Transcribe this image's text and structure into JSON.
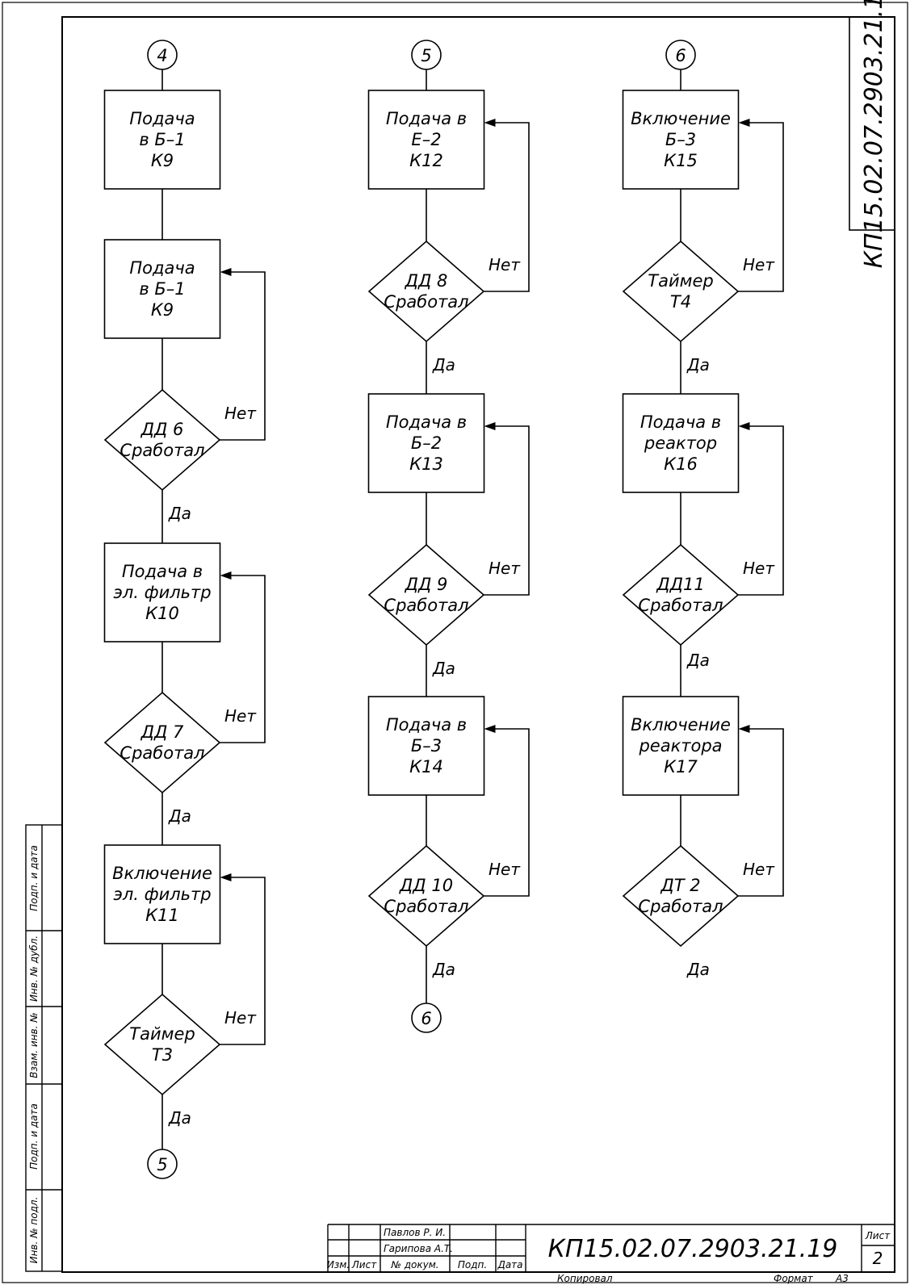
{
  "document": {
    "code": "КП15.02.07.2903.21.19",
    "sheet_label": "Лист",
    "sheet_number": "2",
    "copied_label": "Копировал",
    "format_label": "Формат",
    "format_value": "А3"
  },
  "stamp": {
    "surname_1": "Павлов Р. И.",
    "surname_2": "Гарипова А.Т.",
    "col_izm": "Изм.",
    "col_list": "Лист",
    "col_doc": "№ докум.",
    "col_sign": "Подп.",
    "col_date": "Дата"
  },
  "side_strip": {
    "sign_date_1": "Подп. и дата",
    "dup_inv": "Инв. № дубл.",
    "mutual_inv": "Взам. инв. №",
    "sign_date_2": "Подп. и дата",
    "orig_inv": "Инв. № подл."
  },
  "labels": {
    "yes": "Да",
    "no": "Нет"
  },
  "connectors": {
    "c1_top": "4",
    "c1_bottom": "5",
    "c2_top": "5",
    "c2_bottom": "6",
    "c3_top": "6"
  },
  "columns": [
    {
      "steps": [
        {
          "process": [
            "Подача",
            "в Б–1",
            "К9"
          ],
          "decision": null
        },
        {
          "process": [
            "Подача",
            "в Б–1",
            "К9"
          ],
          "decision": [
            "ДД 6",
            "Сработал"
          ]
        },
        {
          "process": [
            "Подача в",
            "эл. фильтр",
            "К10"
          ],
          "decision": [
            "ДД 7",
            "Сработал"
          ]
        },
        {
          "process": [
            "Включение",
            "эл. фильтр",
            "К11"
          ],
          "decision": [
            "Таймер",
            "Т3"
          ]
        }
      ]
    },
    {
      "steps": [
        {
          "process": [
            "Подача в",
            "Е–2",
            "К12"
          ],
          "decision": [
            "ДД 8",
            "Сработал"
          ]
        },
        {
          "process": [
            "Подача в",
            "Б–2",
            "К13"
          ],
          "decision": [
            "ДД 9",
            "Сработал"
          ]
        },
        {
          "process": [
            "Подача в",
            "Б–3",
            "К14"
          ],
          "decision": [
            "ДД 10",
            "Сработал"
          ]
        }
      ]
    },
    {
      "steps": [
        {
          "process": [
            "Включение",
            "Б–3",
            "К15"
          ],
          "decision": [
            "Таймер",
            "Т4"
          ]
        },
        {
          "process": [
            "Подача в",
            "реактор",
            "К16"
          ],
          "decision": [
            "ДД11",
            "Сработал"
          ]
        },
        {
          "process": [
            "Включение",
            "реактора",
            "К17"
          ],
          "decision": [
            "ДТ 2",
            "Сработал"
          ]
        }
      ]
    }
  ]
}
